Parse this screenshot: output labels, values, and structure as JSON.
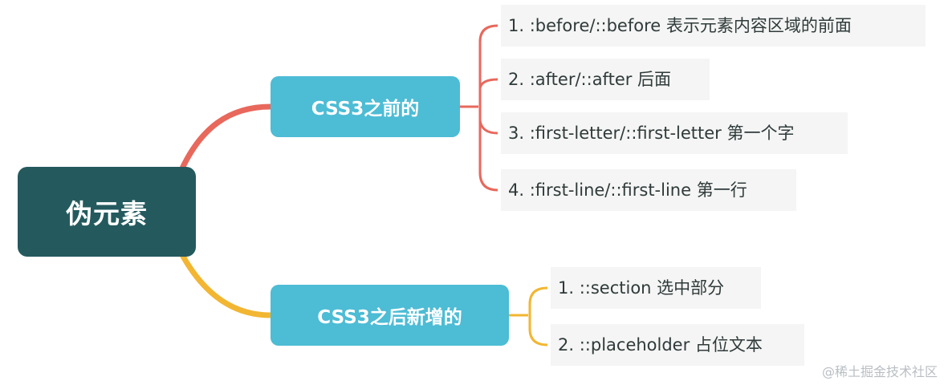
{
  "root": {
    "label": "伪元素"
  },
  "branches": [
    {
      "label": "CSS3之前的",
      "color": "#e8685c",
      "items": [
        {
          "label": "1. :before/::before 表示元素内容区域的前面"
        },
        {
          "label": "2. :after/::after 后面"
        },
        {
          "label": "3. :first-letter/::first-letter 第一个字"
        },
        {
          "label": "4. :first-line/::first-line 第一行"
        }
      ]
    },
    {
      "label": "CSS3之后新增的",
      "color": "#f2b632",
      "items": [
        {
          "label": "1. ::section 选中部分"
        },
        {
          "label": "2. ::placeholder 占位文本"
        }
      ]
    }
  ],
  "colors": {
    "root_bg": "#245a5e",
    "branch_bg": "#4dbcd5",
    "leaf_bg": "#f4f5f4",
    "leaf_text": "#2f3a3a"
  },
  "watermark": "@稀土掘金技术社区"
}
